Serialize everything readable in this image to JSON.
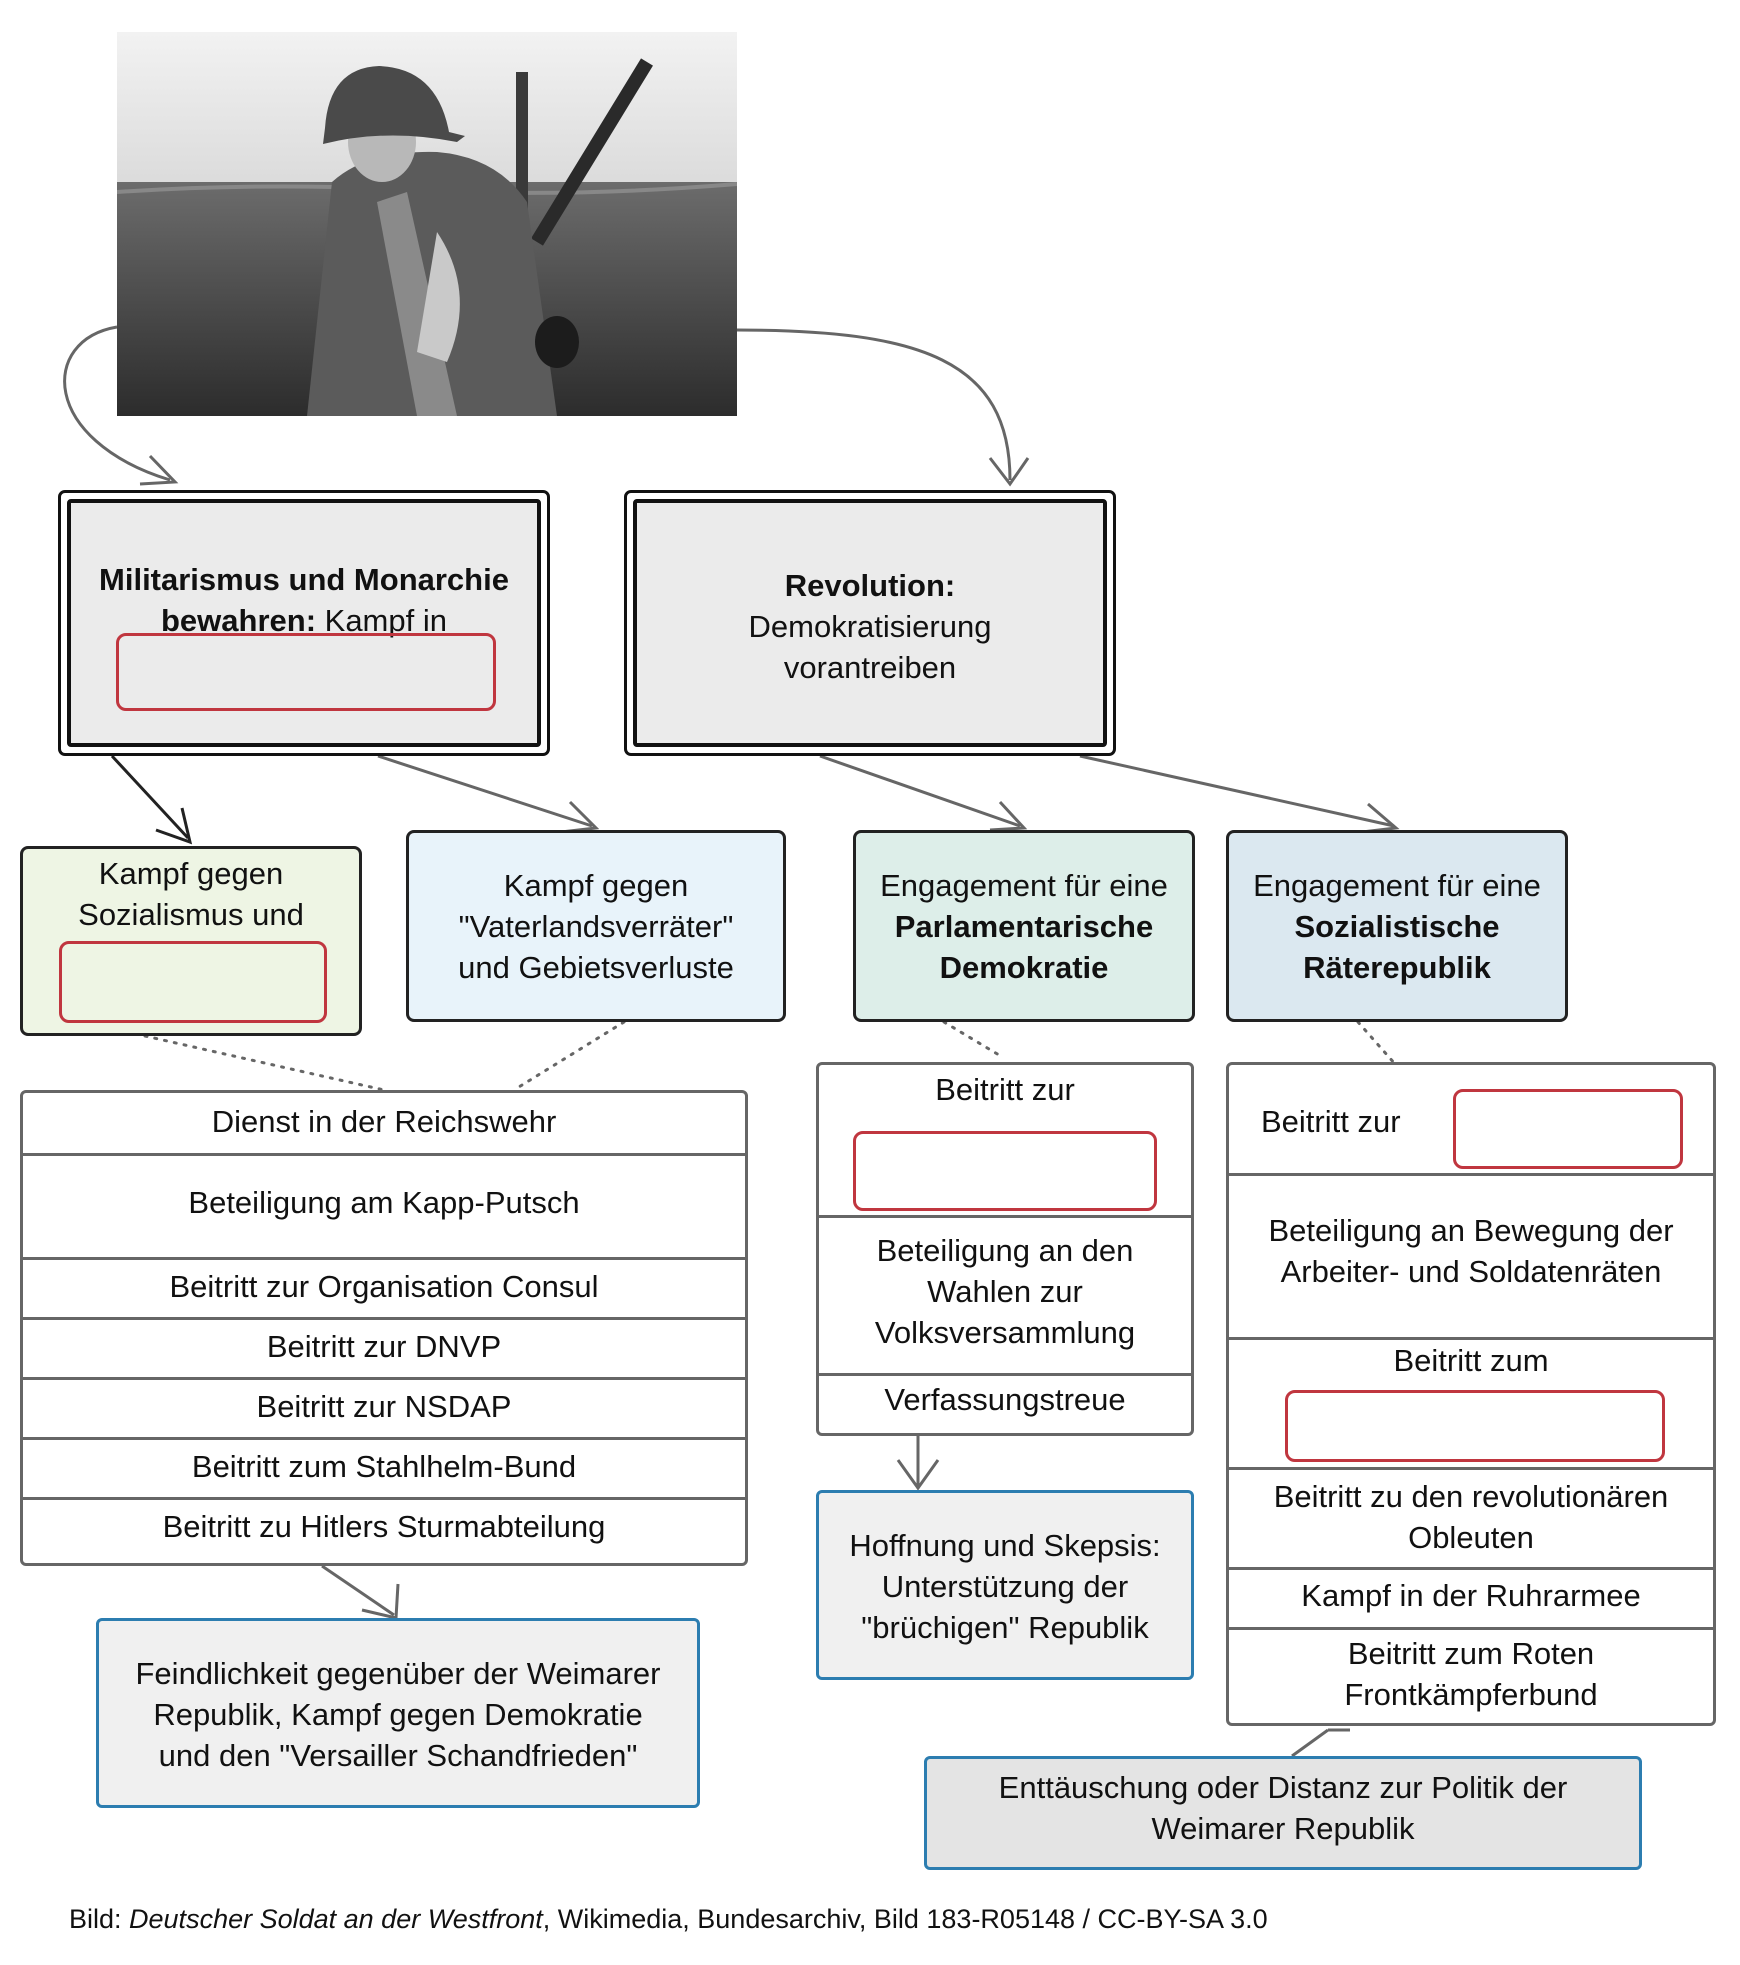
{
  "photo": {
    "description_icon": "soldier-photo"
  },
  "box_militarism": {
    "title_bold_1": "Militarismus und Monarchie",
    "title_bold_2": "bewahren:",
    "title_rest": " Kampf in"
  },
  "box_revolution": {
    "title_bold": "Revolution:",
    "line2": "Demokratisierung",
    "line3": "vorantreiben"
  },
  "box_sozialismus": {
    "line1": "Kampf gegen",
    "line2": "Sozialismus und"
  },
  "box_vaterland": {
    "line1": "Kampf gegen",
    "line2": "\"Vaterlandsverräter\"",
    "line3": "und Gebietsverluste"
  },
  "box_parlament": {
    "line1": "Engagement für eine",
    "line2": "Parlamentarische",
    "line3": "Demokratie"
  },
  "box_raete": {
    "line1": "Engagement für eine",
    "line2": "Sozialistische",
    "line3": "Räterepublik"
  },
  "table_right_wing": [
    "Dienst in der Reichswehr",
    "Beteiligung am Kapp-Putsch",
    "Beitritt zur Organisation Consul",
    "Beitritt zur DNVP",
    "Beitritt zur NSDAP",
    "Beitritt zum Stahlhelm-Bund",
    "Beitritt zu Hitlers Sturmabteilung"
  ],
  "table_democracy": {
    "row1": "Beitritt zur",
    "row2": [
      "Beteiligung an den",
      "Wahlen zur",
      "Volksversammlung"
    ],
    "row3": "Verfassungstreue"
  },
  "table_left": {
    "row1": "Beitritt zur",
    "row2": [
      "Beteiligung an Bewegung der",
      "Arbeiter- und Soldatenräten"
    ],
    "row3": "Beitritt zum",
    "row4": [
      "Beitritt zu den revolutionären",
      "Obleuten"
    ],
    "row5": "Kampf in der Ruhrarmee",
    "row6": [
      "Beitritt zum Roten",
      "Frontkämpferbund"
    ]
  },
  "result_right": [
    "Feindlichkeit gegenüber der Weimarer",
    "Republik, Kampf gegen Demokratie",
    "und den \"Versailler Schandfrieden\""
  ],
  "result_democracy": [
    "Hoffnung und Skepsis:",
    "Unterstützung der",
    "\"brüchigen\" Republik"
  ],
  "result_left": [
    "Enttäuschung oder Distanz zur Politik der",
    "Weimarer Republik"
  ],
  "caption": {
    "prefix": "Bild: ",
    "title_italic": "Deutscher Soldat an der Westfront",
    "suffix": ", Wikimedia, Bundesarchiv, Bild 183-R05148 / CC-BY-SA 3.0"
  },
  "colors": {
    "green_box": "#eef5e4",
    "blue_box": "#e8f3fa",
    "teal_box": "#ddeee9",
    "steel_box": "#dbe8f0",
    "blank_border": "#c0363f",
    "result_border": "#2c7db0"
  }
}
